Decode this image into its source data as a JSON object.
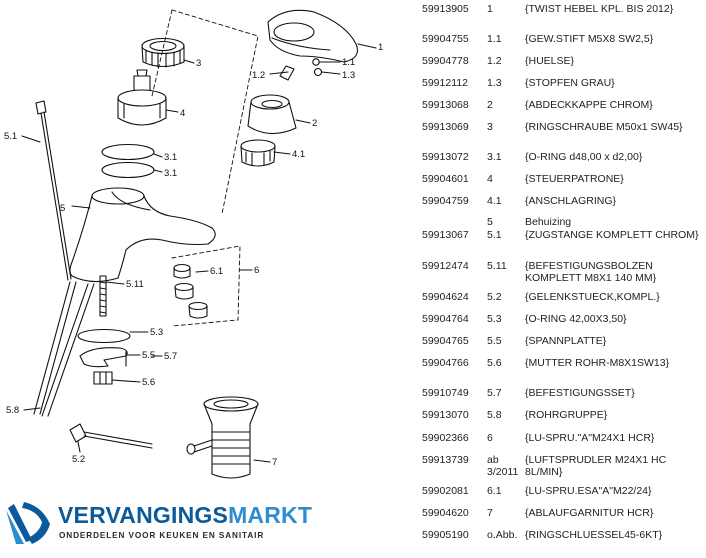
{
  "diagram": {
    "callouts": [
      "1",
      "1.2",
      "1.1",
      "1.3",
      "3",
      "4",
      "2",
      "3.1",
      "3.1",
      "4.1",
      "5.1",
      "5",
      "6.1",
      "6",
      "5.11",
      "5.3",
      "5.5",
      "5.7",
      "5.6",
      "5.8",
      "5.2",
      "7"
    ]
  },
  "parts": [
    {
      "number": "59913905",
      "position": "1",
      "description": "{TWIST HEBEL KPL. BIS 2012}"
    },
    {
      "number": "59904755",
      "position": "1.1",
      "description": "{GEW.STIFT M5X8 SW2,5}"
    },
    {
      "number": "59904778",
      "position": "1.2",
      "description": "{HUELSE}"
    },
    {
      "number": "59912112",
      "position": "1.3",
      "description": "{STOPFEN GRAU}"
    },
    {
      "number": "59913068",
      "position": "2",
      "description": "{ABDECKKAPPE CHROM}"
    },
    {
      "number": "59913069",
      "position": "3",
      "description": "{RINGSCHRAUBE M50x1 SW45}"
    },
    {
      "number": "59913072",
      "position": "3.1",
      "description": "{O-RING d48,00 x d2,00}"
    },
    {
      "number": "59904601",
      "position": "4",
      "description": "{STEUERPATRONE}"
    },
    {
      "number": "59904759",
      "position": "4.1",
      "description": "{ANSCHLAGRING}"
    },
    {
      "number": "",
      "position": "5",
      "description": "Behuizing"
    },
    {
      "number": "59913067",
      "position": "5.1",
      "description": "{ZUGSTANGE KOMPLETT CHROM}"
    },
    {
      "number": "59912474",
      "position": "5.11",
      "description": "{BEFESTIGUNGSBOLZEN KOMPLETT M8X1 140 MM}"
    },
    {
      "number": "59904624",
      "position": "5.2",
      "description": "{GELENKSTUECK,KOMPL.}"
    },
    {
      "number": "59904764",
      "position": "5.3",
      "description": "{O-RING 42,00X3,50}"
    },
    {
      "number": "59904765",
      "position": "5.5",
      "description": "{SPANNPLATTE}"
    },
    {
      "number": "59904766",
      "position": "5.6",
      "description": "{MUTTER ROHR-M8X1SW13}"
    },
    {
      "number": "59910749",
      "position": "5.7",
      "description": "{BEFESTIGUNGSSET}"
    },
    {
      "number": "59913070",
      "position": "5.8",
      "description": "{ROHRGRUPPE}"
    },
    {
      "number": "59902366",
      "position": "6",
      "description": "{LU-SPRU.\"A\"M24X1 HCR}"
    },
    {
      "number": "59913739",
      "position": "ab 3/2011",
      "description": "{LUFTSPRUDLER M24X1 HC 8L/MIN}"
    },
    {
      "number": "59902081",
      "position": "6.1",
      "description": "{LU-SPRU.ESA\"A\"M22/24}"
    },
    {
      "number": "59904620",
      "position": "7",
      "description": "{ABLAUFGARNITUR HCR}"
    },
    {
      "number": "59905190",
      "position": "o.Abb.",
      "description": "{RINGSCHLUESSEL45-6KT}"
    }
  ],
  "logo": {
    "word_part1": "VERVANGINGS",
    "word_part2": "MARKT",
    "tagline": "ONDERDELEN VOOR KEUKEN EN SANITAIR",
    "primary_color": "#0a5a9c",
    "secondary_color": "#2c8dd2"
  }
}
